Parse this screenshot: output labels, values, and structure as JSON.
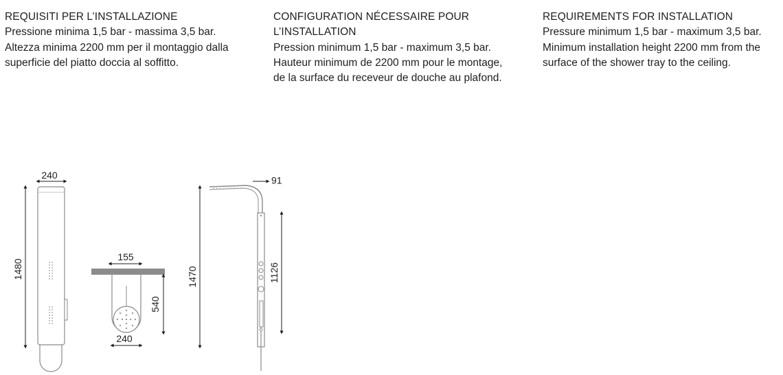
{
  "italian": {
    "heading": "REQUISITI PER L’INSTALLAZIONE",
    "lines": [
      "Pressione minima 1,5 bar - massima 3,5 bar.",
      "Altezza minima 2200 mm per il montaggio dalla",
      "superficie del piatto doccia al soffitto."
    ]
  },
  "french": {
    "heading_lines": [
      "CONFIGURATION NÉCESSAIRE POUR",
      "L’INSTALLATION"
    ],
    "lines": [
      "Pression minimum 1,5 bar - maximum 3,5 bar.",
      "Hauteur minimum de 2200 mm pour le montage,",
      "de la surface du receveur de douche au plafond."
    ]
  },
  "english": {
    "heading": "REQUIREMENTS FOR INSTALLATION",
    "lines": [
      "Pressure minimum 1,5 bar - maximum 3,5 bar.",
      "Minimum installation height 2200 mm from the",
      "surface of the shower tray to the ceiling."
    ]
  },
  "dimensions": {
    "front_width": "240",
    "front_height": "1480",
    "top_depth": "155",
    "top_width": "240",
    "top_length": "540",
    "side_height": "1470",
    "side_depth": "91",
    "side_panel_height": "1126"
  }
}
